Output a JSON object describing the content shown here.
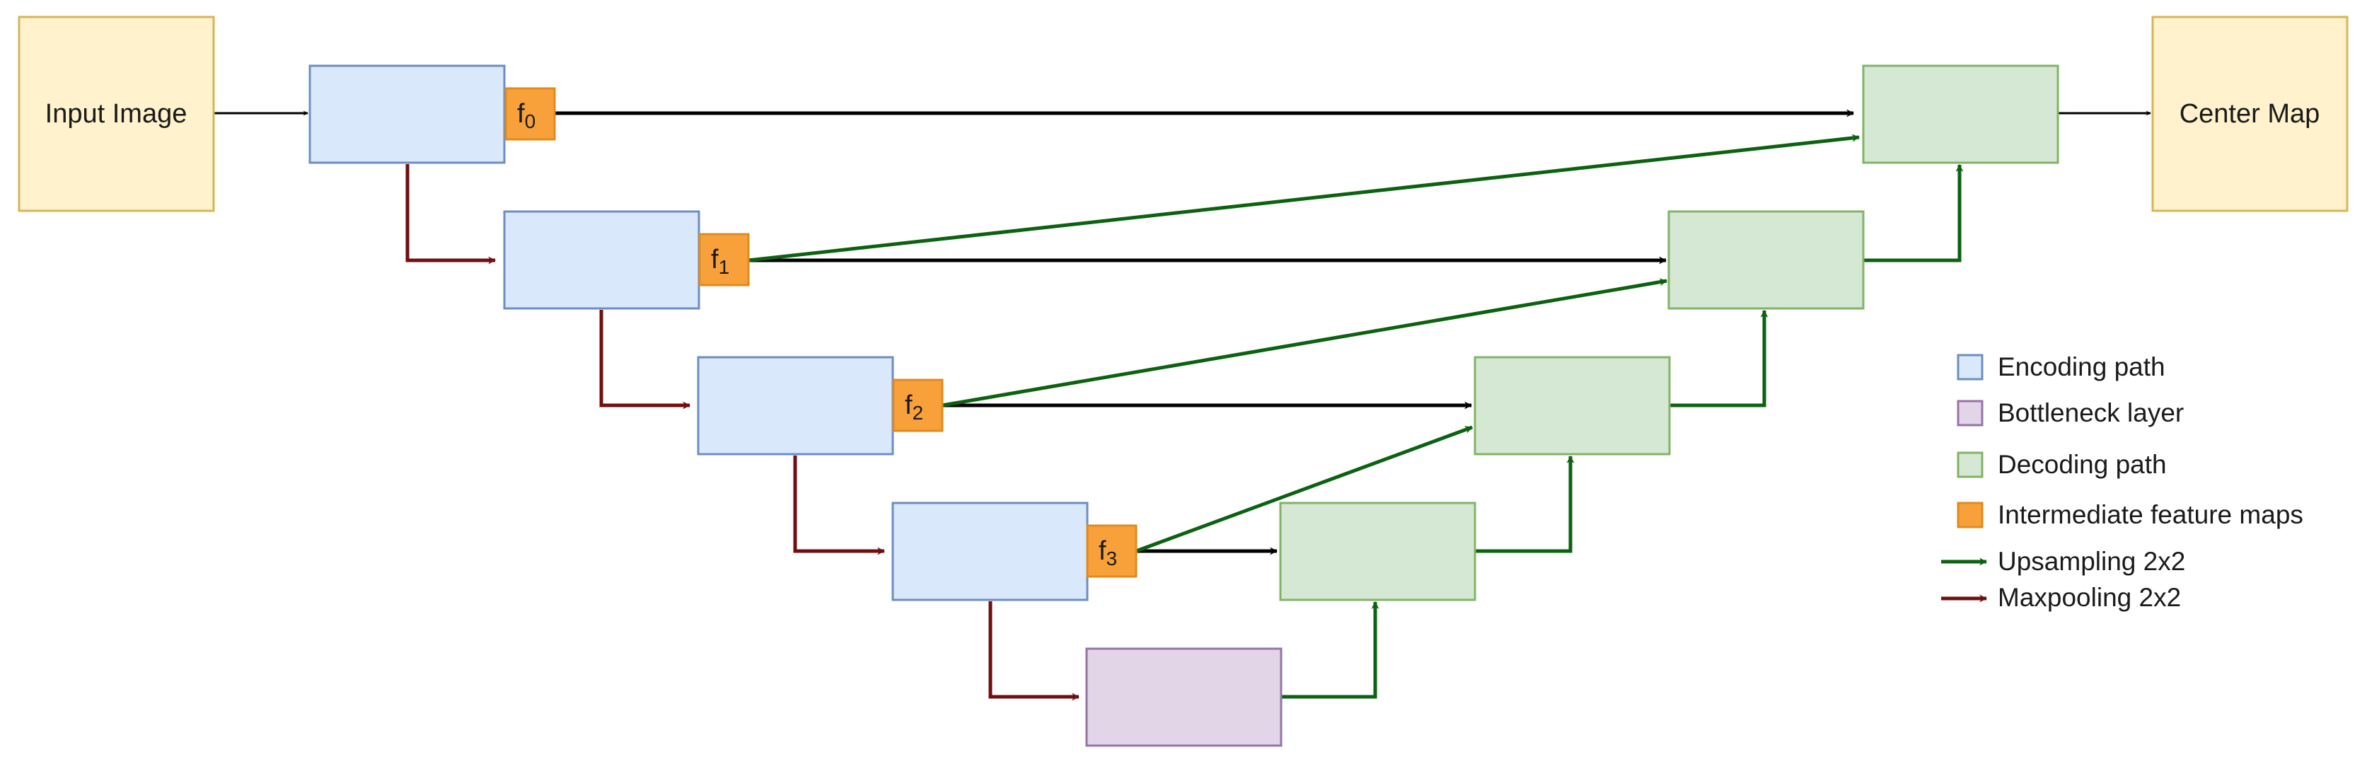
{
  "input": {
    "label": "Input Image"
  },
  "output": {
    "label": "Center Map"
  },
  "feature_maps": [
    {
      "base": "f",
      "sub": "0"
    },
    {
      "base": "f",
      "sub": "1"
    },
    {
      "base": "f",
      "sub": "2"
    },
    {
      "base": "f",
      "sub": "3"
    }
  ],
  "legend": {
    "encoding": "Encoding path",
    "bottleneck": "Bottleneck layer",
    "decoding": "Decoding path",
    "intermediate": "Intermediate feature maps",
    "upsampling": "Upsampling 2x2",
    "maxpooling": "Maxpooling 2x2"
  },
  "colors": {
    "io_fill": "#fff2cc",
    "io_stroke": "#d6b656",
    "encoder_fill": "#dae8fc",
    "encoder_stroke": "#6c8ebf",
    "decoder_fill": "#d5e8d4",
    "decoder_stroke": "#82b366",
    "bottleneck_fill": "#e1d5e7",
    "bottleneck_stroke": "#9673a6",
    "fmap_fill": "#f8a13a",
    "fmap_stroke": "#e08a1e",
    "skip_arrow": "#000000",
    "upsampling_arrow": "#0b6210",
    "maxpooling_arrow": "#6f0f0f"
  }
}
